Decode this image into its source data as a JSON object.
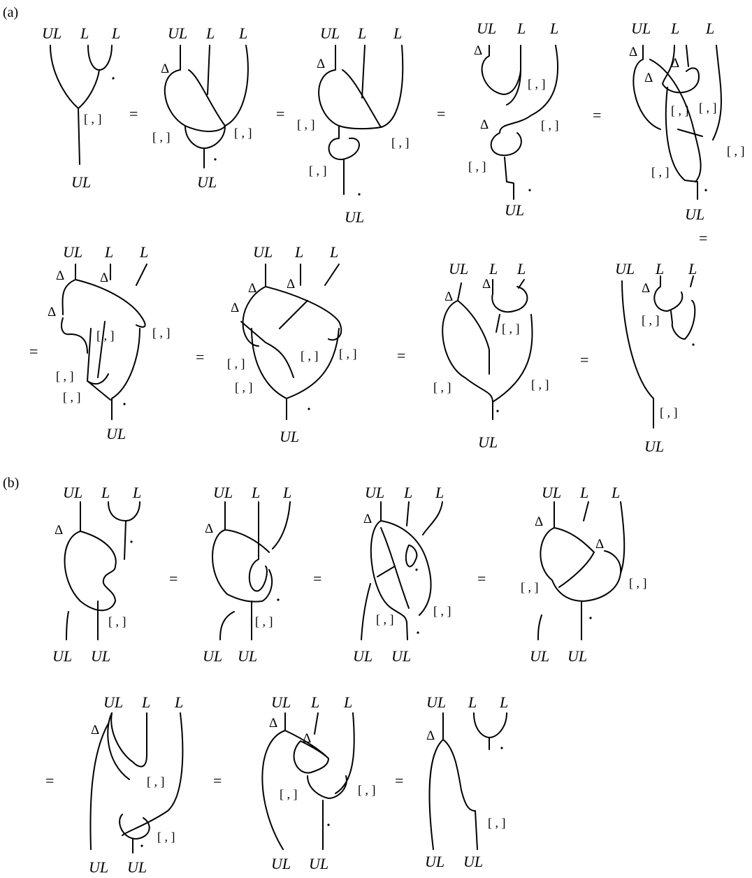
{
  "labels": {
    "panel_a": "(a)",
    "panel_b": "(b)",
    "UL": "UL",
    "L": "L",
    "delta": "Δ",
    "bracket": "[ , ]",
    "equals": "="
  }
}
